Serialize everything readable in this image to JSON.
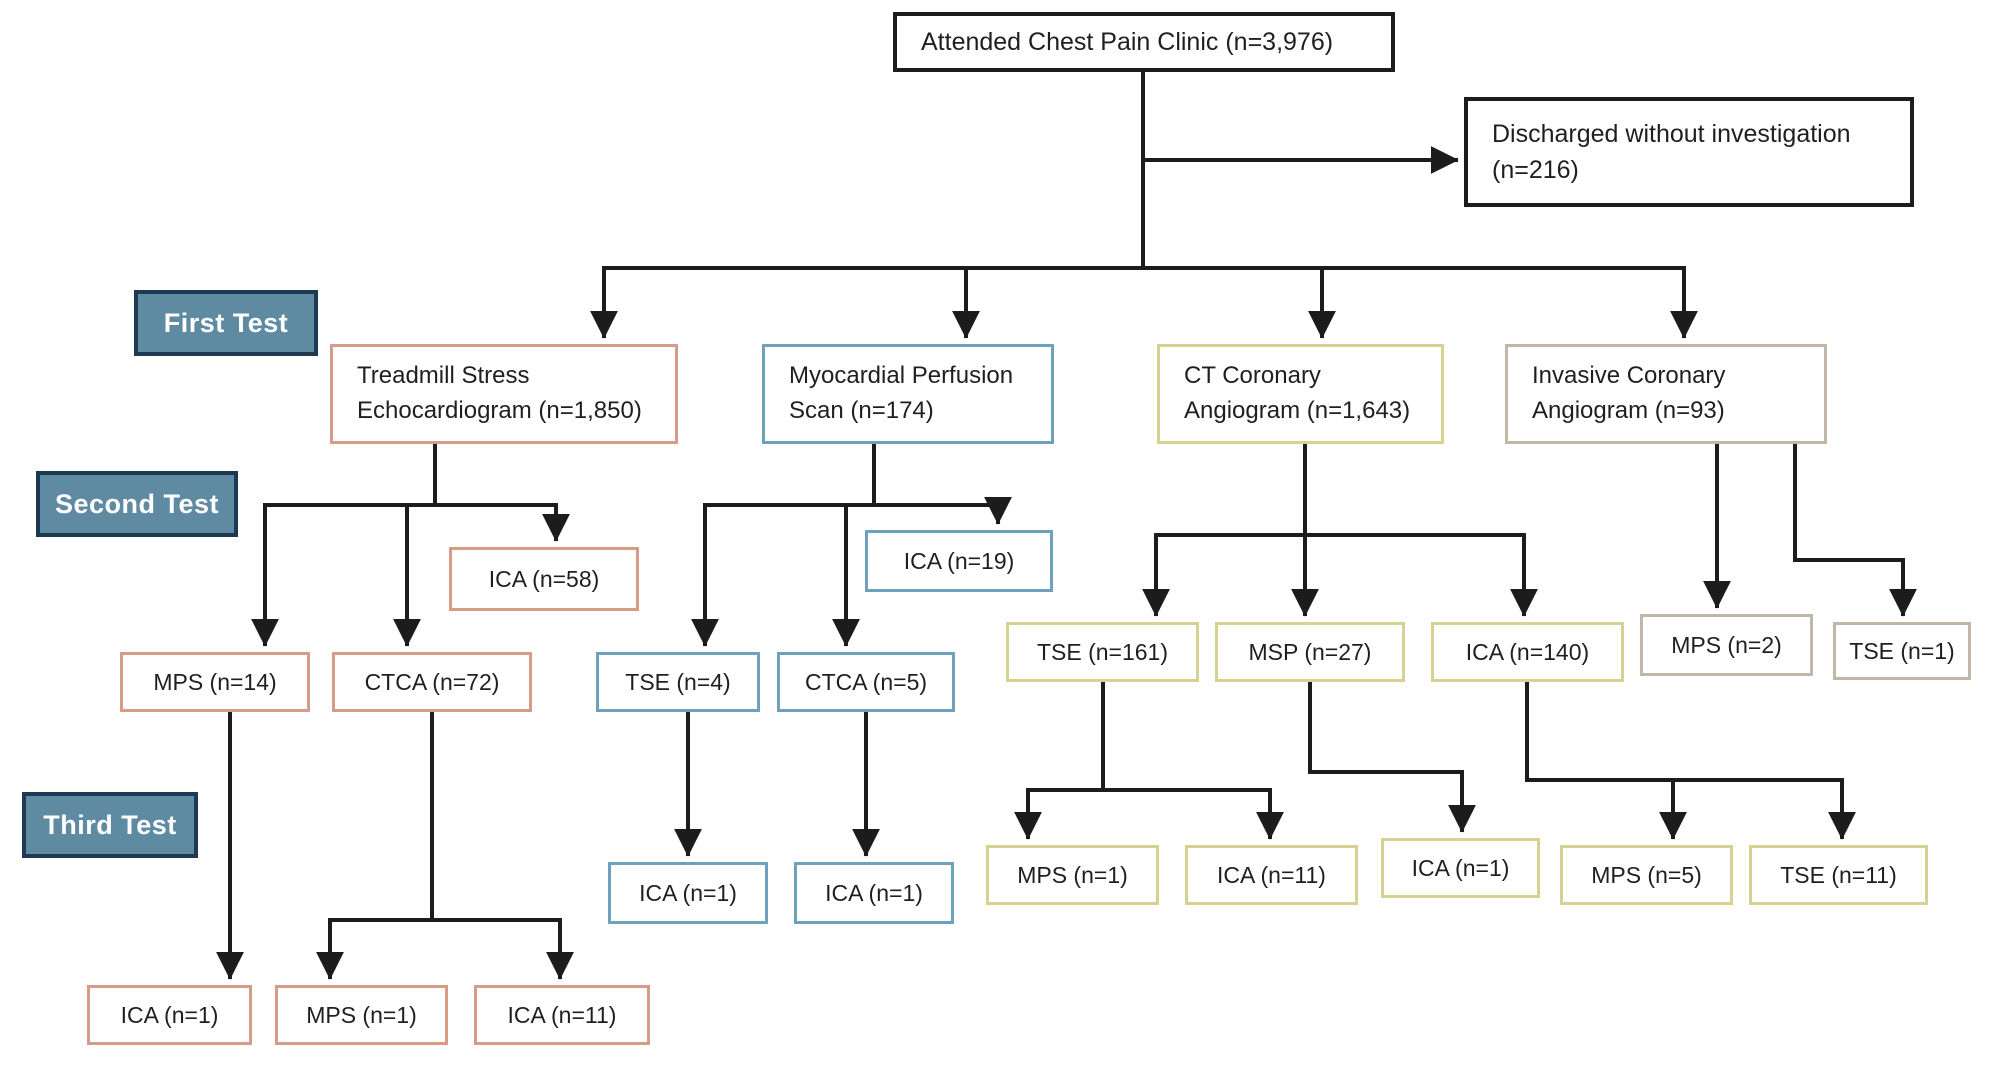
{
  "colors": {
    "line": "#1c1c1c",
    "salmon_branch": "#d79c88",
    "blue_branch": "#6fa0bc",
    "khaki_branch": "#d8d292",
    "tan_branch": "#c0b7a6",
    "stage_label_fill": "#5e8aa2",
    "stage_label_border": "#1e3a52",
    "stage_label_text": "#ffffff"
  },
  "stages": {
    "first": "First Test",
    "second": "Second Test",
    "third": "Third Test"
  },
  "flow": {
    "root": "Attended Chest Pain Clinic (n=3,976)",
    "discharged": "Discharged without investigation\n(n=216)",
    "first_tests": {
      "tse": "Treadmill Stress\nEchocardiogram (n=1,850)",
      "mps": "Myocardial Perfusion\nScan (n=174)",
      "ctca": "CT Coronary\nAngiogram (n=1,643)",
      "ica": "Invasive Coronary\nAngiogram (n=93)"
    },
    "second_tests": {
      "after_tse": {
        "ica58": "ICA (n=58)",
        "mps14": "MPS (n=14)",
        "ctca72": "CTCA (n=72)"
      },
      "after_mps": {
        "ica19": "ICA (n=19)",
        "tse4": "TSE (n=4)",
        "ctca5": "CTCA (n=5)"
      },
      "after_ctca": {
        "tse161": "TSE (n=161)",
        "msp27": "MSP (n=27)",
        "ica140": "ICA (n=140)"
      },
      "after_ica": {
        "mps2": "MPS (n=2)",
        "tse1": "TSE (n=1)"
      }
    },
    "third_tests": {
      "after_mps14": {
        "ica1": "ICA (n=1)"
      },
      "after_ctca72": {
        "mps1": "MPS (n=1)",
        "ica11": "ICA (n=11)"
      },
      "after_tse4": {
        "ica1": "ICA (n=1)"
      },
      "after_ctca5": {
        "ica1": "ICA (n=1)"
      },
      "after_tse161": {
        "mps1": "MPS (n=1)",
        "ica11": "ICA (n=11)"
      },
      "after_msp27": {
        "ica1": "ICA (n=1)"
      },
      "after_ica140": {
        "mps5": "MPS (n=5)",
        "tse11": "TSE (n=11)"
      }
    }
  }
}
